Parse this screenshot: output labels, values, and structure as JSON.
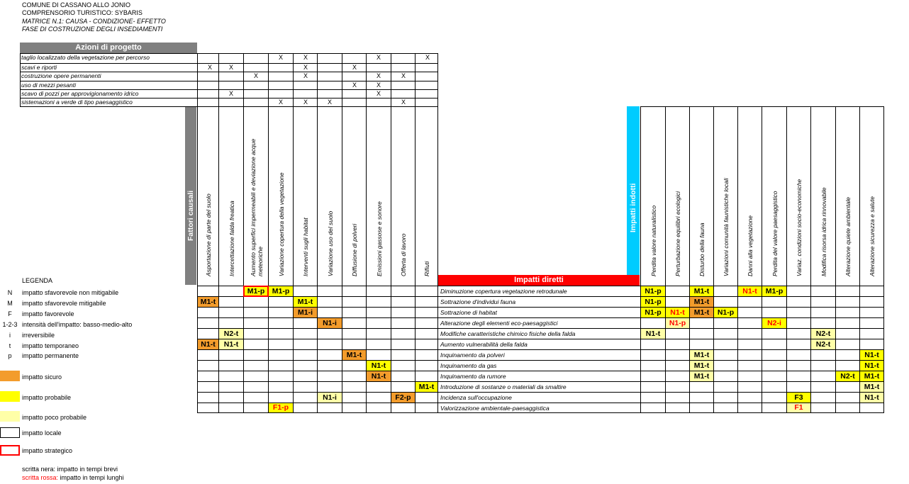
{
  "header": {
    "line1": "COMUNE DI CASSANO ALLO JONIO",
    "line2": "COMPRENSORIO TURISTICO: SYBARIS",
    "line3": "MATRICE N.1: CAUSA - CONDIZIONE- EFFETTO",
    "line4": "FASE DI COSTRUZIONE DEGLI INSEDIAMENTI"
  },
  "azioni": {
    "title": "Azioni di progetto",
    "rows": [
      {
        "label": "taglio localizzato della vegetazione per percorso",
        "x": [
          3,
          4,
          7,
          9
        ]
      },
      {
        "label": "scavi e riporti",
        "x": [
          0,
          1,
          4,
          6
        ]
      },
      {
        "label": "costruzione opere permanenti",
        "x": [
          2,
          4,
          7,
          8
        ]
      },
      {
        "label": "uso di mezzi pesanti",
        "x": [
          6,
          7
        ]
      },
      {
        "label": "scavo di pozzi per approvigionamento idrico",
        "x": [
          1,
          7
        ]
      },
      {
        "label": "sistemazioni a verde di tipo paesaggistico",
        "x": [
          3,
          4,
          5,
          8
        ]
      }
    ],
    "mark": "X"
  },
  "fattori": {
    "title": "Fattori causali",
    "columns": [
      "Asportazione di parte del suolo",
      "Intercettazione falda freatica",
      "Aumento superfici impermeabili e deviazione acque meteoriche",
      "Variazione copertura della vegetazione",
      "Interventi sugli habitat",
      "Variazione uso del suolo",
      "Diffusione di polveri",
      "Emissioni gassose e sonore",
      "Offerta di lavoro",
      "Rifiuti"
    ]
  },
  "impatti_diretti": {
    "title": "Impatti diretti",
    "rows": [
      "Diminuzione copertura vegetazione retrodunale",
      "Sottrazione d'individui fauna",
      "Sottrazione di habitat",
      "Alterazione degli elementi eco-paesaggistici",
      "Modifiche caratteristiche chimico fisiche della falda",
      "Aumento vulnerabilità della falda",
      "Inquinamento da polveri",
      "Inquinamento da gas",
      "Inquinamento da rumore",
      "Introduzione di sostanze o materiali da smaltire",
      "Incidenza sull'occupazione",
      "Valorizzazione ambientale-paesaggistica"
    ]
  },
  "impatti_indotti": {
    "title": "Impatti indotti",
    "columns": [
      "Perdita valore naturalistico",
      "Perturbazione equilibri ecologici",
      "Disturbo della fauna",
      "Variazioni comunità faunistiche locali",
      "Danni alla vegetazione",
      "Perdita del valore paesaggistico",
      "Variaz. condizioni socio-economiche",
      "Modifica risorsa idrica rinnovabile",
      "Alterazione quiete ambientale",
      "Alterazione sicurezza e salute"
    ]
  },
  "colors": {
    "sicuro": "#f39c2c",
    "probabile": "#ffff00",
    "poco_probabile": "#ffffa8",
    "red_text": "#ff0000",
    "gray_band": "#808080",
    "cyan_band": "#00ccff",
    "red_band": "#ff0000"
  },
  "left_cells": [
    {
      "r": 0,
      "c": 2,
      "t": "M1-p",
      "bg": "probabile",
      "strategic": true
    },
    {
      "r": 0,
      "c": 3,
      "t": "M1-p",
      "bg": "probabile"
    },
    {
      "r": 1,
      "c": 0,
      "t": "M1-t",
      "bg": "sicuro"
    },
    {
      "r": 1,
      "c": 4,
      "t": "M1-t",
      "bg": "probabile"
    },
    {
      "r": 2,
      "c": 4,
      "t": "M1-i",
      "bg": "sicuro"
    },
    {
      "r": 3,
      "c": 5,
      "t": "N1-i",
      "bg": "sicuro"
    },
    {
      "r": 4,
      "c": 1,
      "t": "N2-t",
      "bg": "poco_probabile"
    },
    {
      "r": 5,
      "c": 0,
      "t": "N1-t",
      "bg": "sicuro"
    },
    {
      "r": 5,
      "c": 1,
      "t": "N1-t",
      "bg": "poco_probabile"
    },
    {
      "r": 6,
      "c": 6,
      "t": "M1-t",
      "bg": "sicuro"
    },
    {
      "r": 7,
      "c": 7,
      "t": "N1-t",
      "bg": "probabile"
    },
    {
      "r": 8,
      "c": 7,
      "t": "N1-t",
      "bg": "sicuro"
    },
    {
      "r": 9,
      "c": 9,
      "t": "M1-t",
      "bg": "probabile"
    },
    {
      "r": 10,
      "c": 5,
      "t": "N1-i",
      "bg": "poco_probabile"
    },
    {
      "r": 10,
      "c": 8,
      "t": "F2-p",
      "bg": "sicuro"
    },
    {
      "r": 11,
      "c": 3,
      "t": "F1-p",
      "bg": "probabile",
      "red": true
    }
  ],
  "right_cells": [
    {
      "r": 0,
      "c": 0,
      "t": "N1-p",
      "bg": "probabile"
    },
    {
      "r": 0,
      "c": 2,
      "t": "M1-t",
      "bg": "probabile"
    },
    {
      "r": 0,
      "c": 4,
      "t": "N1-t",
      "bg": "probabile",
      "red": true
    },
    {
      "r": 0,
      "c": 5,
      "t": "M1-p",
      "bg": "probabile"
    },
    {
      "r": 1,
      "c": 0,
      "t": "N1-p",
      "bg": "probabile"
    },
    {
      "r": 1,
      "c": 2,
      "t": "M1-t",
      "bg": "sicuro"
    },
    {
      "r": 2,
      "c": 0,
      "t": "N1-p",
      "bg": "probabile"
    },
    {
      "r": 2,
      "c": 1,
      "t": "N1-t",
      "bg": "probabile",
      "red": true
    },
    {
      "r": 2,
      "c": 2,
      "t": "M1-t",
      "bg": "sicuro"
    },
    {
      "r": 2,
      "c": 3,
      "t": "N1-p",
      "bg": "probabile"
    },
    {
      "r": 3,
      "c": 1,
      "t": "N1-p",
      "bg": "poco_probabile",
      "red": true
    },
    {
      "r": 3,
      "c": 5,
      "t": "N2-i",
      "bg": "probabile",
      "red": true
    },
    {
      "r": 4,
      "c": 0,
      "t": "N1-t",
      "bg": "poco_probabile"
    },
    {
      "r": 4,
      "c": 7,
      "t": "N2-t",
      "bg": "poco_probabile"
    },
    {
      "r": 5,
      "c": 7,
      "t": "N2-t",
      "bg": "poco_probabile"
    },
    {
      "r": 6,
      "c": 2,
      "t": "M1-t",
      "bg": "poco_probabile"
    },
    {
      "r": 6,
      "c": 9,
      "t": "N1-t",
      "bg": "probabile"
    },
    {
      "r": 7,
      "c": 2,
      "t": "M1-t",
      "bg": "poco_probabile"
    },
    {
      "r": 7,
      "c": 9,
      "t": "N1-t",
      "bg": "probabile"
    },
    {
      "r": 8,
      "c": 2,
      "t": "M1-t",
      "bg": "poco_probabile"
    },
    {
      "r": 8,
      "c": 8,
      "t": "N2-t",
      "bg": "probabile"
    },
    {
      "r": 8,
      "c": 9,
      "t": "M1-t",
      "bg": "probabile"
    },
    {
      "r": 9,
      "c": 9,
      "t": "M1-t",
      "bg": "poco_probabile"
    },
    {
      "r": 10,
      "c": 6,
      "t": "F3",
      "bg": "probabile"
    },
    {
      "r": 10,
      "c": 9,
      "t": "N1-t",
      "bg": "poco_probabile"
    },
    {
      "r": 11,
      "c": 6,
      "t": "F1",
      "bg": "poco_probabile",
      "red": true
    }
  ],
  "legenda": {
    "title": "LEGENDA",
    "codes": [
      {
        "code": "N",
        "desc": "impatto sfavorevole non mitigabile"
      },
      {
        "code": "M",
        "desc": "impatto sfavorevole mitigabile"
      },
      {
        "code": "F",
        "desc": "impatto favorevole"
      },
      {
        "code": "1-2-3",
        "desc": "intensità dell'impatto: basso-medio-alto"
      },
      {
        "code": "i",
        "desc": "irreversibile"
      },
      {
        "code": "t",
        "desc": "impatto temporaneo"
      },
      {
        "code": "p",
        "desc": "impatto permanente"
      }
    ],
    "swatches": {
      "sicuro": "impatto sicuro",
      "probabile": "impatto probabile",
      "poco_probabile": "impatto poco probabile",
      "locale": "impatto locale",
      "strategico": "impatto strategico"
    },
    "black_text": "scritta nera: impatto in tempi brevi",
    "red_text_prefix": "scritta rossa:",
    "red_text_rest": " impatto in tempi lunghi"
  }
}
